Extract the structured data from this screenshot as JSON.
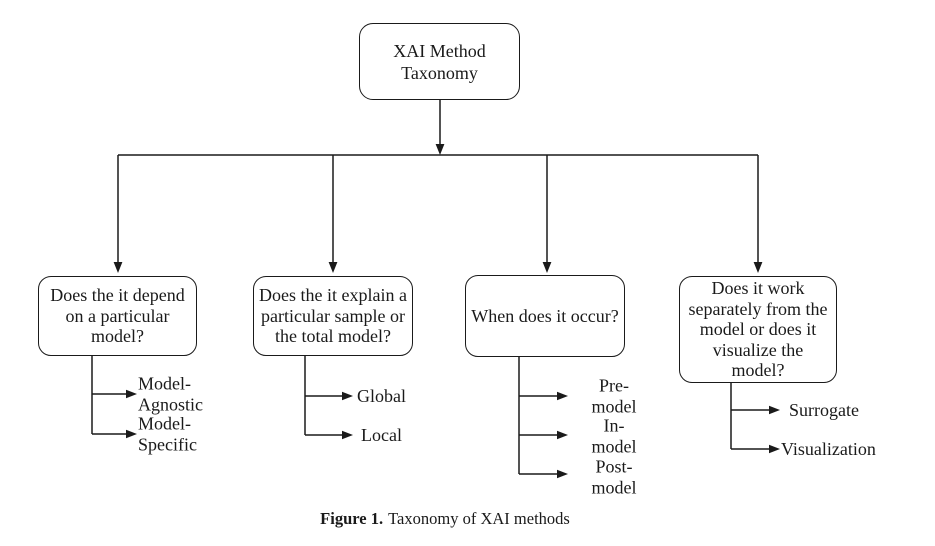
{
  "figure": {
    "root_label": "XAI Method\nTaxonomy",
    "branches": [
      {
        "question": "Does the it depend\non a particular\nmodel?",
        "leaves": [
          "Model-\nAgnostic",
          "Model-\nSpecific"
        ]
      },
      {
        "question": "Does the it explain a\nparticular sample or\nthe total model?",
        "leaves": [
          "Global",
          "Local"
        ]
      },
      {
        "question": "When does it occur?",
        "leaves": [
          "Pre-\nmodel",
          "In-\nmodel",
          "Post-\nmodel"
        ]
      },
      {
        "question": "Does it work\nseparately from the\nmodel or does it\nvisualize the\nmodel?",
        "leaves": [
          "Surrogate",
          "Visualization"
        ]
      }
    ],
    "caption": {
      "label": "Figure 1.",
      "text": "Taxonomy of XAI methods"
    },
    "colors": {
      "line": "#1a1a1a",
      "text": "#1a1a1a",
      "background": "#ffffff"
    }
  }
}
